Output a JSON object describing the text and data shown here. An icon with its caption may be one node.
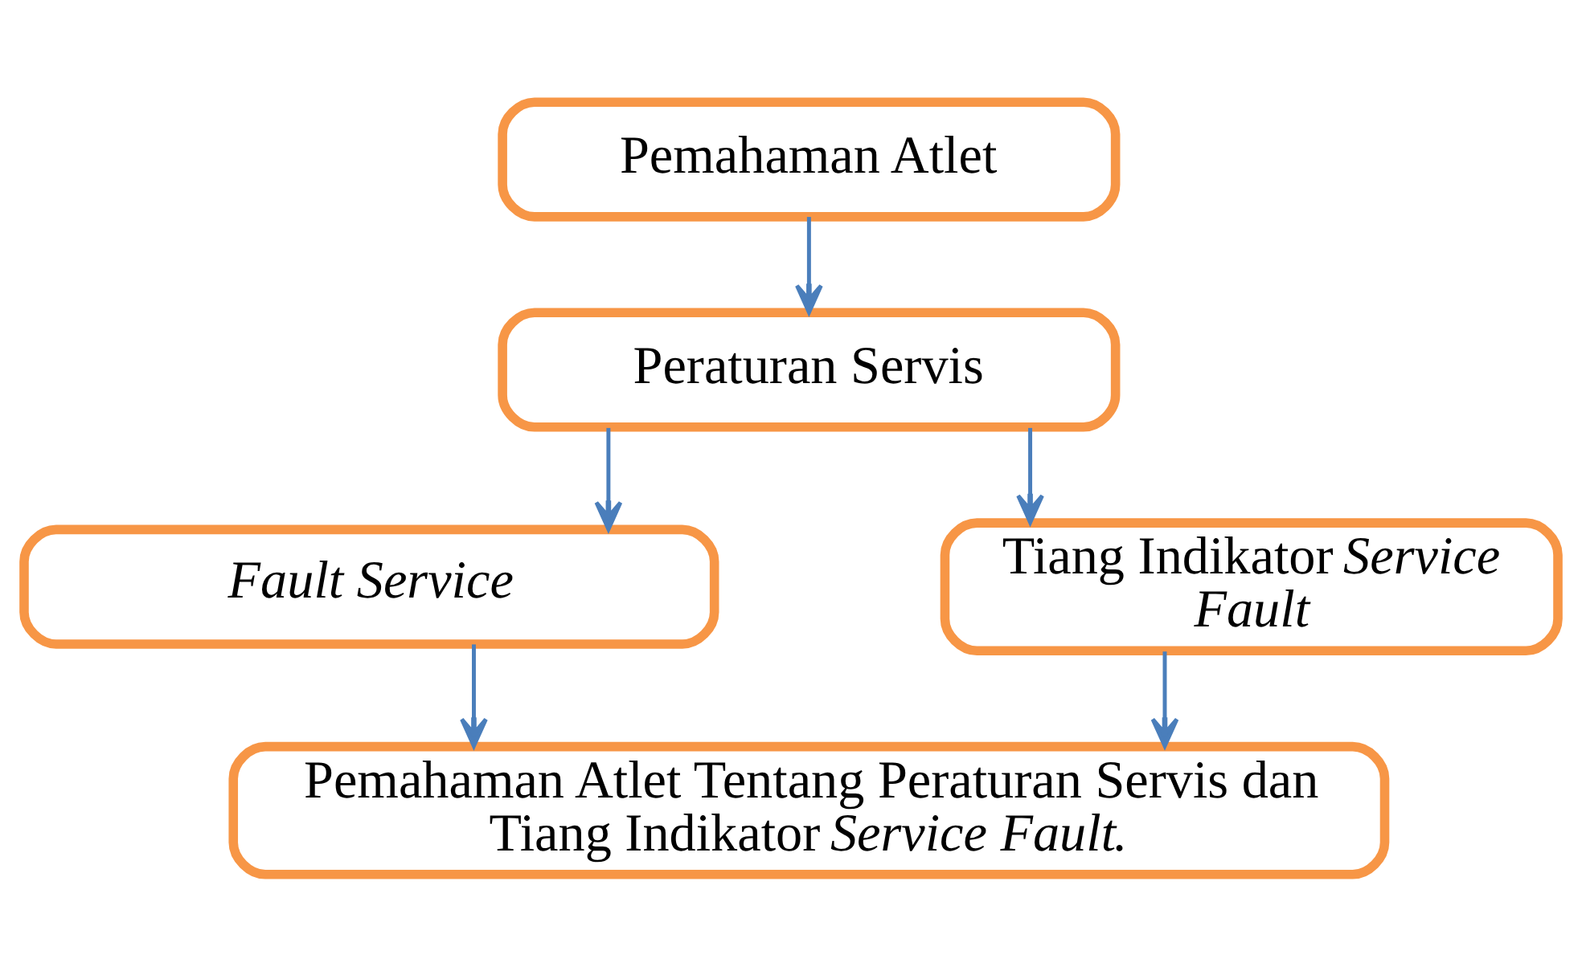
{
  "diagram": {
    "nodes": [
      {
        "text": [
          "Pemahaman Atlet"
        ]
      },
      {
        "text": [
          "Peraturan Servis"
        ]
      },
      {
        "text": [
          "Fault Service"
        ]
      },
      {
        "text": [
          "Tiang Indikator *Service Fault*"
        ]
      },
      {
        "text": [
          "Pemahaman Atlet Tentang Peraturan Servis dan Tiang Indikator *Service Fault*."
        ]
      }
    ],
    "edges": [
      {
        "from": 0,
        "to": 1,
        "arrow": "to"
      },
      {
        "from": 1,
        "to": 2,
        "arrow": "to"
      },
      {
        "from": 1,
        "to": 3,
        "arrow": "to"
      },
      {
        "from": 2,
        "to": 4,
        "arrow": "to"
      },
      {
        "from": 3,
        "to": 4,
        "arrow": "to"
      }
    ]
  }
}
